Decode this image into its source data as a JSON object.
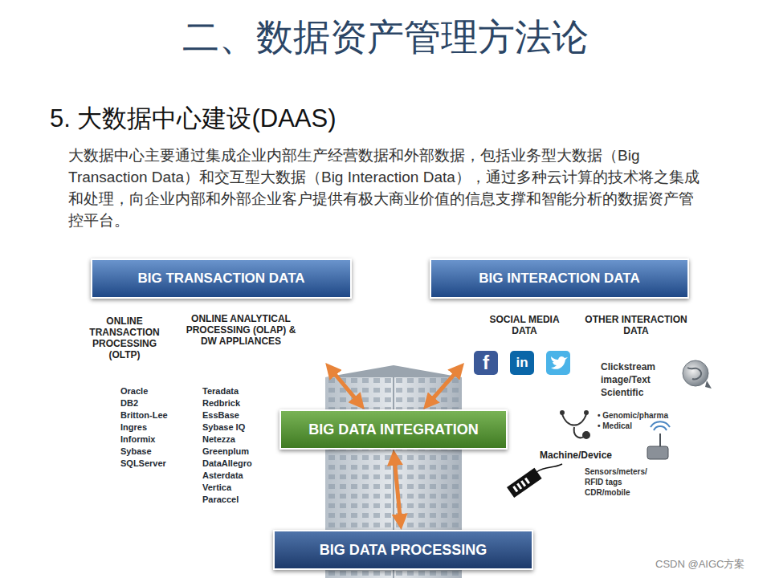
{
  "diagram": {
    "title": "二、数据资产管理方法论",
    "nodes": [
      {
        "text": [
          "BIG TRANSACTION DATA"
        ]
      },
      {
        "text": [
          "ONLINE TRANSACTION PROCESSING (OLTP)"
        ],
        "in": 0
      },
      {
        "text": [
          "ONLINE ANALYTICAL PROCESSING (OLAP) & DW APPLIANCES"
        ],
        "in": 0
      },
      {
        "text": [
          "BIG INTERACTION DATA"
        ]
      },
      {
        "text": [
          "BIG DATA INTEGRATION"
        ]
      },
      {
        "text": [
          "BIG DATA PROCESSING"
        ]
      }
    ],
    "edges": [
      {
        "from": 0,
        "to": 4,
        "arrow": "both"
      },
      {
        "from": 3,
        "to": 4,
        "arrow": "both"
      },
      {
        "from": 4,
        "to": 5,
        "arrow": "both"
      }
    ],
    "labels": [
      "5. 大数据中心建设(DAAS)",
      "大数据中心主要通过集成企业内部生产经营数据和外部数据，包括业务型大数据（Big Transaction Data）和交互型大数据（Big Interaction Data），通过多种云计算的技术将之集成和处理，向企业内部和外部企业客户提供有极大商业价值的信息支撑和智能分析的数据资产管控平台。",
      "Oracle",
      "DB2",
      "Britton-Lee",
      "Ingres",
      "Informix",
      "Sybase",
      "SQLServer",
      "Teradata",
      "Redbrick",
      "EssBase",
      "Sybase IQ",
      "Netezza",
      "Greenplum",
      "DataAllegro",
      "Asterdata",
      "Vertica",
      "Paraccel",
      "SOCIAL MEDIA DATA",
      "OTHER INTERACTION DATA",
      "f",
      "in",
      "Clickstream image/Text Scientific",
      "• Genomic/pharma",
      "• Medical",
      "Machine/Device",
      "Sensors/meters/ RFID tags CDR/mobile",
      "CSDN @AIGC方案"
    ]
  }
}
